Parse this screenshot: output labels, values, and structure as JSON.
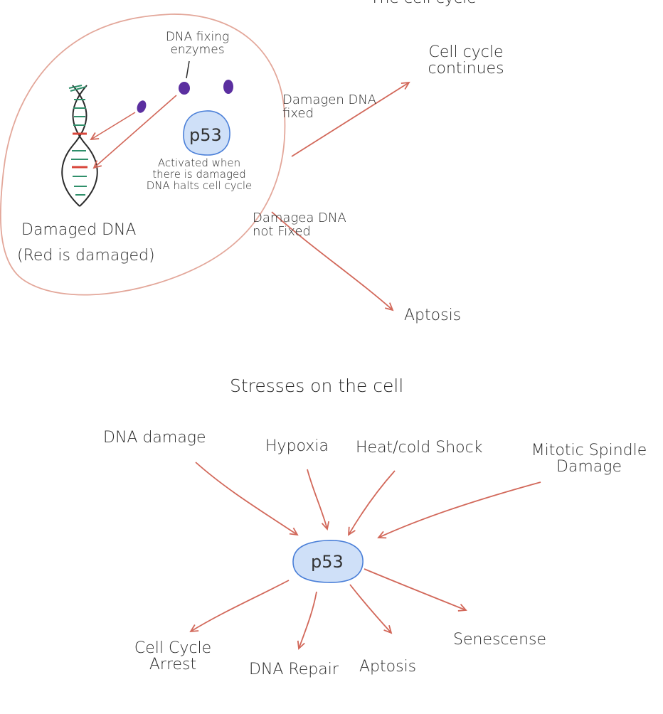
{
  "top": {
    "cropped_heading": "The cell cycle",
    "enzymes_label": "DNA fixing enzymes",
    "p53_label": "p53",
    "p53_note": "Activated when there is damaged DNA halts cell cycle",
    "damaged_dna_label": "Damaged DNA",
    "damaged_dna_note": "(Red is damaged)",
    "fixed_label": "Damagen DNA fixed",
    "continues_label": "Cell cycle continues",
    "not_fixed_label": "Damagea DNA not Fixed",
    "apoptosis_label": "Aptosis"
  },
  "bottom": {
    "heading": "Stresses on the cell",
    "stresses": [
      "DNA damage",
      "Hypoxia",
      "Heat/cold Shock",
      "Mitotic Spindle Damage"
    ],
    "center": "p53",
    "outcomes": [
      "Cell Cycle Arrest",
      "DNA Repair",
      "Aptosis",
      "Senescense"
    ]
  },
  "colors": {
    "arrow": "#d2685a",
    "circle": "#e3a79a",
    "p53_fill": "#cfe0f8",
    "p53_stroke": "#4a7fd8",
    "enzyme": "#5b2fa0",
    "damage": "#d8453a",
    "dna_green": "#2f8f6a"
  }
}
